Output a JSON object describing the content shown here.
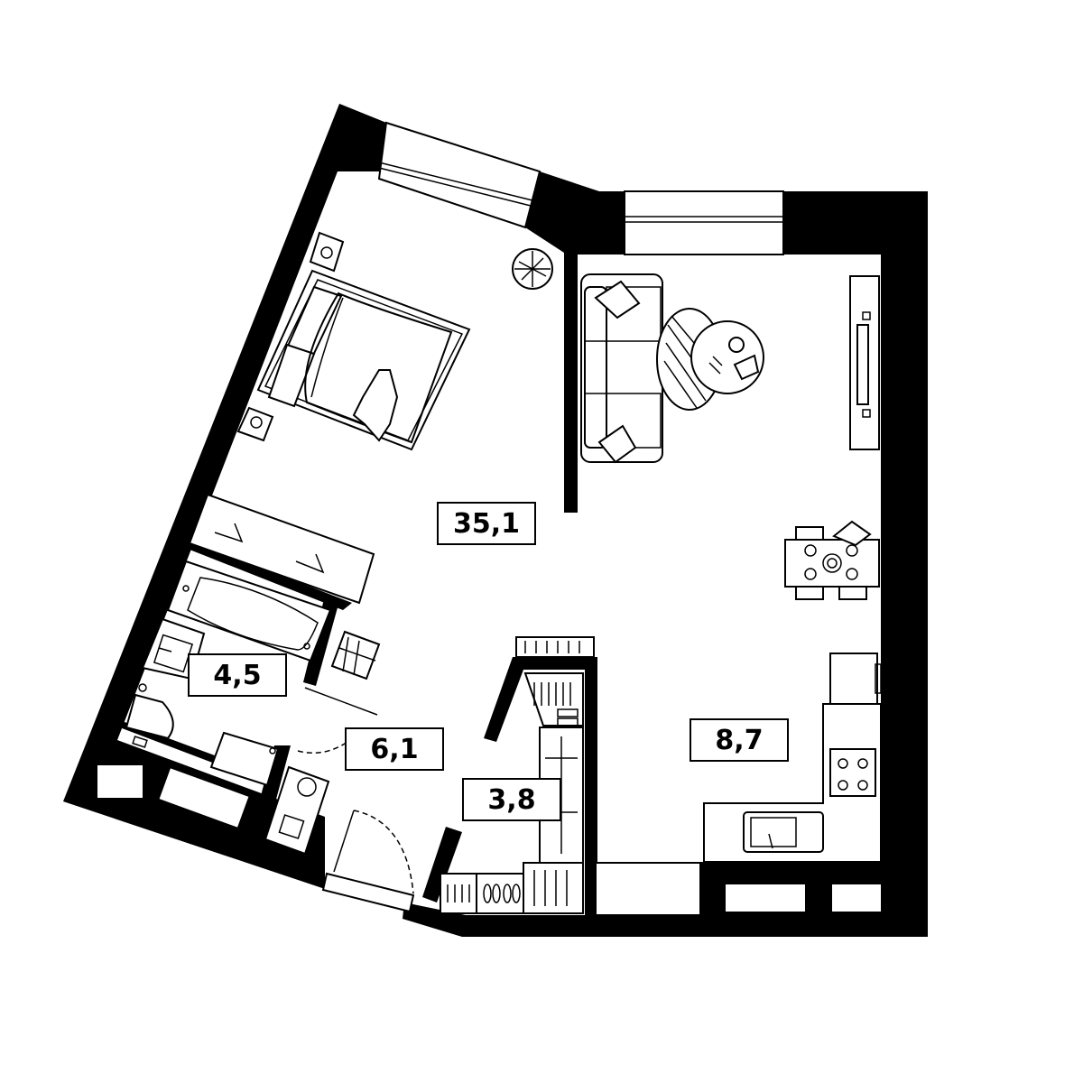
{
  "rooms": [
    {
      "id": "living",
      "area": "35,1"
    },
    {
      "id": "bathroom",
      "area": "4,5"
    },
    {
      "id": "hallway",
      "area": "6,1"
    },
    {
      "id": "wardrobe",
      "area": "3,8"
    },
    {
      "id": "kitchen",
      "area": "8,7"
    }
  ],
  "colors": {
    "wall": "#000000",
    "background": "#ffffff"
  }
}
